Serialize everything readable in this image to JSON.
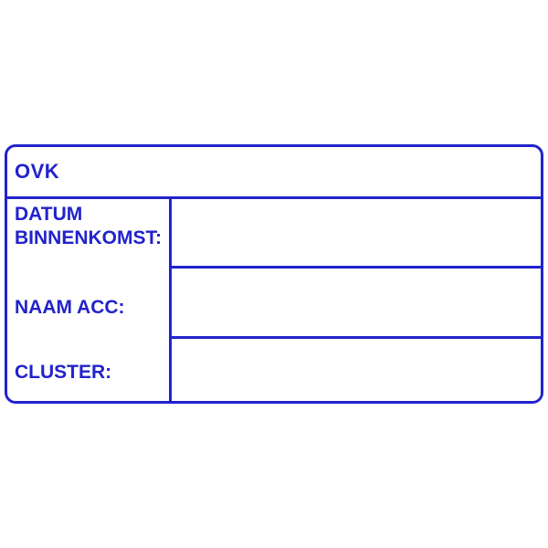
{
  "form": {
    "accent_color": "#2222CC",
    "header": "OVK",
    "fields": [
      {
        "label": "DATUM BINNENKOMST:",
        "value": ""
      },
      {
        "label": "NAAM ACC:",
        "value": ""
      },
      {
        "label": "CLUSTER:",
        "value": ""
      }
    ]
  }
}
